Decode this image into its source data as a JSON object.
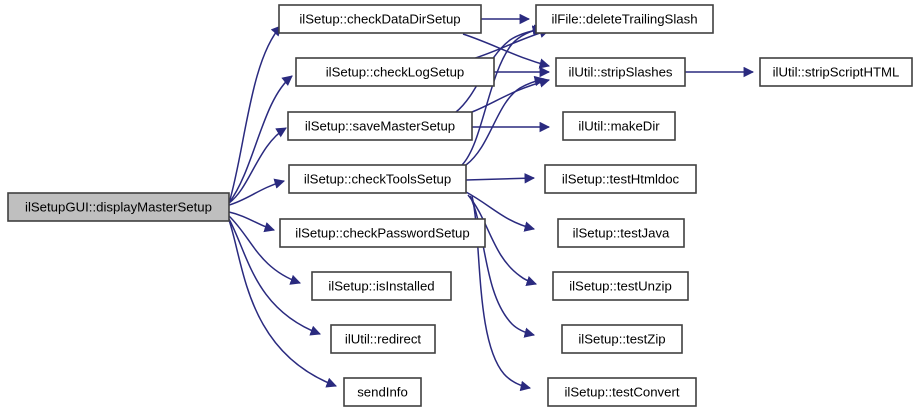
{
  "diagram": {
    "type": "call-graph",
    "title": "ilSetupGUI::displayMasterSetup call graph",
    "background_color": "#ffffff",
    "edge_color": "#2a2a7f",
    "node_fill": "#ffffff",
    "node_stroke": "#404040",
    "root_fill": "#bfbfbf",
    "direction": "left-to-right"
  },
  "nodes": [
    {
      "id": "displayMasterSetup",
      "label": "ilSetupGUI::displayMasterSetup",
      "column": 0,
      "highlighted": true
    },
    {
      "id": "checkDataDirSetup",
      "label": "ilSetup::checkDataDirSetup",
      "column": 1,
      "highlighted": false
    },
    {
      "id": "checkLogSetup",
      "label": "ilSetup::checkLogSetup",
      "column": 1,
      "highlighted": false
    },
    {
      "id": "saveMasterSetup",
      "label": "ilSetup::saveMasterSetup",
      "column": 1,
      "highlighted": false
    },
    {
      "id": "checkToolsSetup",
      "label": "ilSetup::checkToolsSetup",
      "column": 1,
      "highlighted": false
    },
    {
      "id": "checkPasswordSetup",
      "label": "ilSetup::checkPasswordSetup",
      "column": 1,
      "highlighted": false
    },
    {
      "id": "isInstalled",
      "label": "ilSetup::isInstalled",
      "column": 1,
      "highlighted": false
    },
    {
      "id": "redirect",
      "label": "ilUtil::redirect",
      "column": 1,
      "highlighted": false
    },
    {
      "id": "sendInfo",
      "label": "sendInfo",
      "column": 1,
      "highlighted": false
    },
    {
      "id": "deleteTrailingSlash",
      "label": "ilFile::deleteTrailingSlash",
      "column": 2,
      "highlighted": false
    },
    {
      "id": "stripSlashes",
      "label": "ilUtil::stripSlashes",
      "column": 2,
      "highlighted": false
    },
    {
      "id": "makeDir",
      "label": "ilUtil::makeDir",
      "column": 2,
      "highlighted": false
    },
    {
      "id": "testHtmldoc",
      "label": "ilSetup::testHtmldoc",
      "column": 2,
      "highlighted": false
    },
    {
      "id": "testJava",
      "label": "ilSetup::testJava",
      "column": 2,
      "highlighted": false
    },
    {
      "id": "testUnzip",
      "label": "ilSetup::testUnzip",
      "column": 2,
      "highlighted": false
    },
    {
      "id": "testZip",
      "label": "ilSetup::testZip",
      "column": 2,
      "highlighted": false
    },
    {
      "id": "testConvert",
      "label": "ilSetup::testConvert",
      "column": 2,
      "highlighted": false
    },
    {
      "id": "stripScriptHTML",
      "label": "ilUtil::stripScriptHTML",
      "column": 3,
      "highlighted": false
    }
  ],
  "edges": [
    {
      "from": "displayMasterSetup",
      "to": "checkDataDirSetup"
    },
    {
      "from": "displayMasterSetup",
      "to": "checkLogSetup"
    },
    {
      "from": "displayMasterSetup",
      "to": "saveMasterSetup"
    },
    {
      "from": "displayMasterSetup",
      "to": "checkToolsSetup"
    },
    {
      "from": "displayMasterSetup",
      "to": "checkPasswordSetup"
    },
    {
      "from": "displayMasterSetup",
      "to": "isInstalled"
    },
    {
      "from": "displayMasterSetup",
      "to": "redirect"
    },
    {
      "from": "displayMasterSetup",
      "to": "sendInfo"
    },
    {
      "from": "checkDataDirSetup",
      "to": "deleteTrailingSlash"
    },
    {
      "from": "checkDataDirSetup",
      "to": "stripSlashes"
    },
    {
      "from": "checkLogSetup",
      "to": "deleteTrailingSlash"
    },
    {
      "from": "checkLogSetup",
      "to": "stripSlashes"
    },
    {
      "from": "saveMasterSetup",
      "to": "deleteTrailingSlash"
    },
    {
      "from": "saveMasterSetup",
      "to": "stripSlashes"
    },
    {
      "from": "saveMasterSetup",
      "to": "makeDir"
    },
    {
      "from": "checkToolsSetup",
      "to": "deleteTrailingSlash"
    },
    {
      "from": "checkToolsSetup",
      "to": "stripSlashes"
    },
    {
      "from": "checkToolsSetup",
      "to": "testHtmldoc"
    },
    {
      "from": "checkToolsSetup",
      "to": "testJava"
    },
    {
      "from": "checkToolsSetup",
      "to": "testUnzip"
    },
    {
      "from": "checkToolsSetup",
      "to": "testZip"
    },
    {
      "from": "checkToolsSetup",
      "to": "testConvert"
    },
    {
      "from": "stripSlashes",
      "to": "stripScriptHTML"
    }
  ]
}
